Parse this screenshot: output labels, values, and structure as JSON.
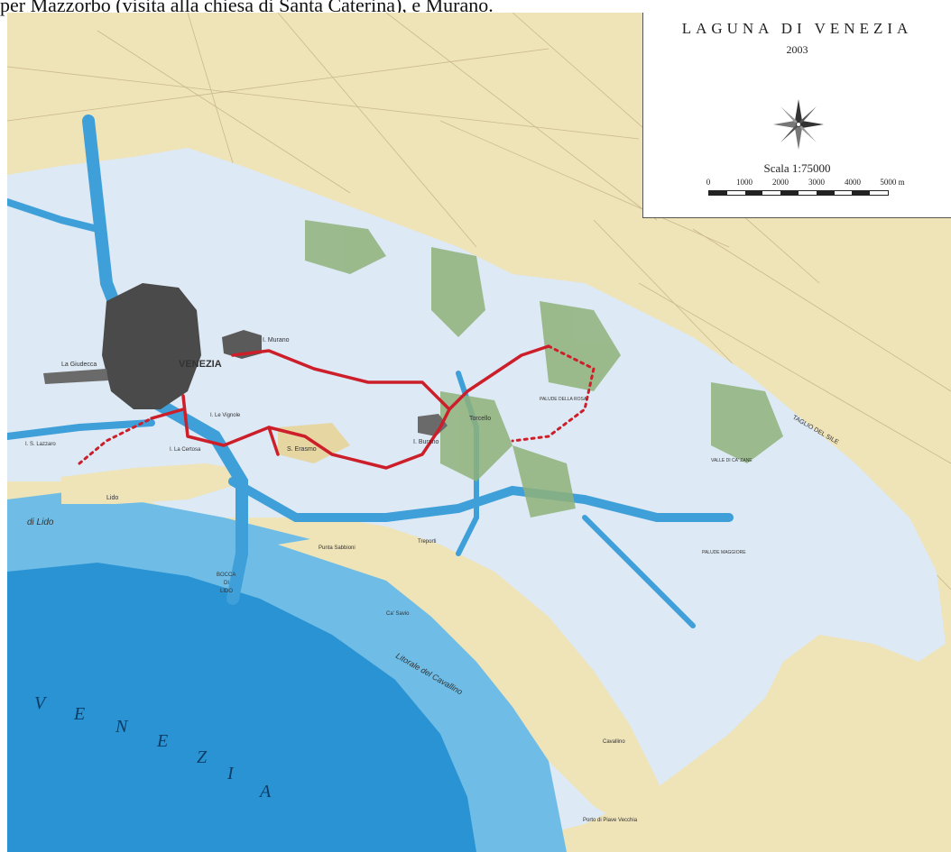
{
  "caption": "per Mazzorbo (visita alla chiesa di Santa Caterina), e Murano.",
  "legend": {
    "title": "LAGUNA DI VENEZIA",
    "year": "2003",
    "scale_label": "Scala 1:75000",
    "scale_ticks": [
      "0",
      "1000",
      "2000",
      "3000",
      "4000",
      "5000 m"
    ]
  },
  "labels": {
    "venezia": "VENEZIA",
    "murano": "I. Murano",
    "burano": "I. Burano",
    "torcello": "Torcello",
    "giudecca": "La Giudecca",
    "lido": "Lido",
    "bocca": "BOCCA",
    "di": "DI",
    "lido_bocca": "LIDO",
    "sea_letters": [
      "V",
      "E",
      "N",
      "E",
      "Z",
      "I",
      "A"
    ],
    "litorale": "Litorale del Cavallino",
    "canale_lido": "di Lido",
    "la_certosa": "I. La Certosa",
    "le_vignole": "I. Le Vignole",
    "s_erasmo": "S. Erasmo",
    "s_lazzaro": "I. S. Lazzaro",
    "palude_rosa": "PALUDE DELLA ROSA",
    "palude_maggiore": "PALUDE MAGGIORE",
    "valle_dogado": "VALLE DI CA' ZANE",
    "taglio_sile": "TAGLIO DEL SILE",
    "porto_piave": "Porto di Piave Vecchia",
    "punta_sabbioni": "Punta Sabbioni",
    "ca_savio": "Ca' Savio",
    "treporti": "Treporti",
    "cavallino": "Cavallino"
  },
  "colors": {
    "land": "#efe3b8",
    "lagoon": "#dde9f5",
    "channel": "#3f9fd9",
    "sea_deep": "#1f8fd1",
    "marsh": "#8fb27a",
    "route": "#cc1f2a",
    "city": "#4a4a4a"
  }
}
